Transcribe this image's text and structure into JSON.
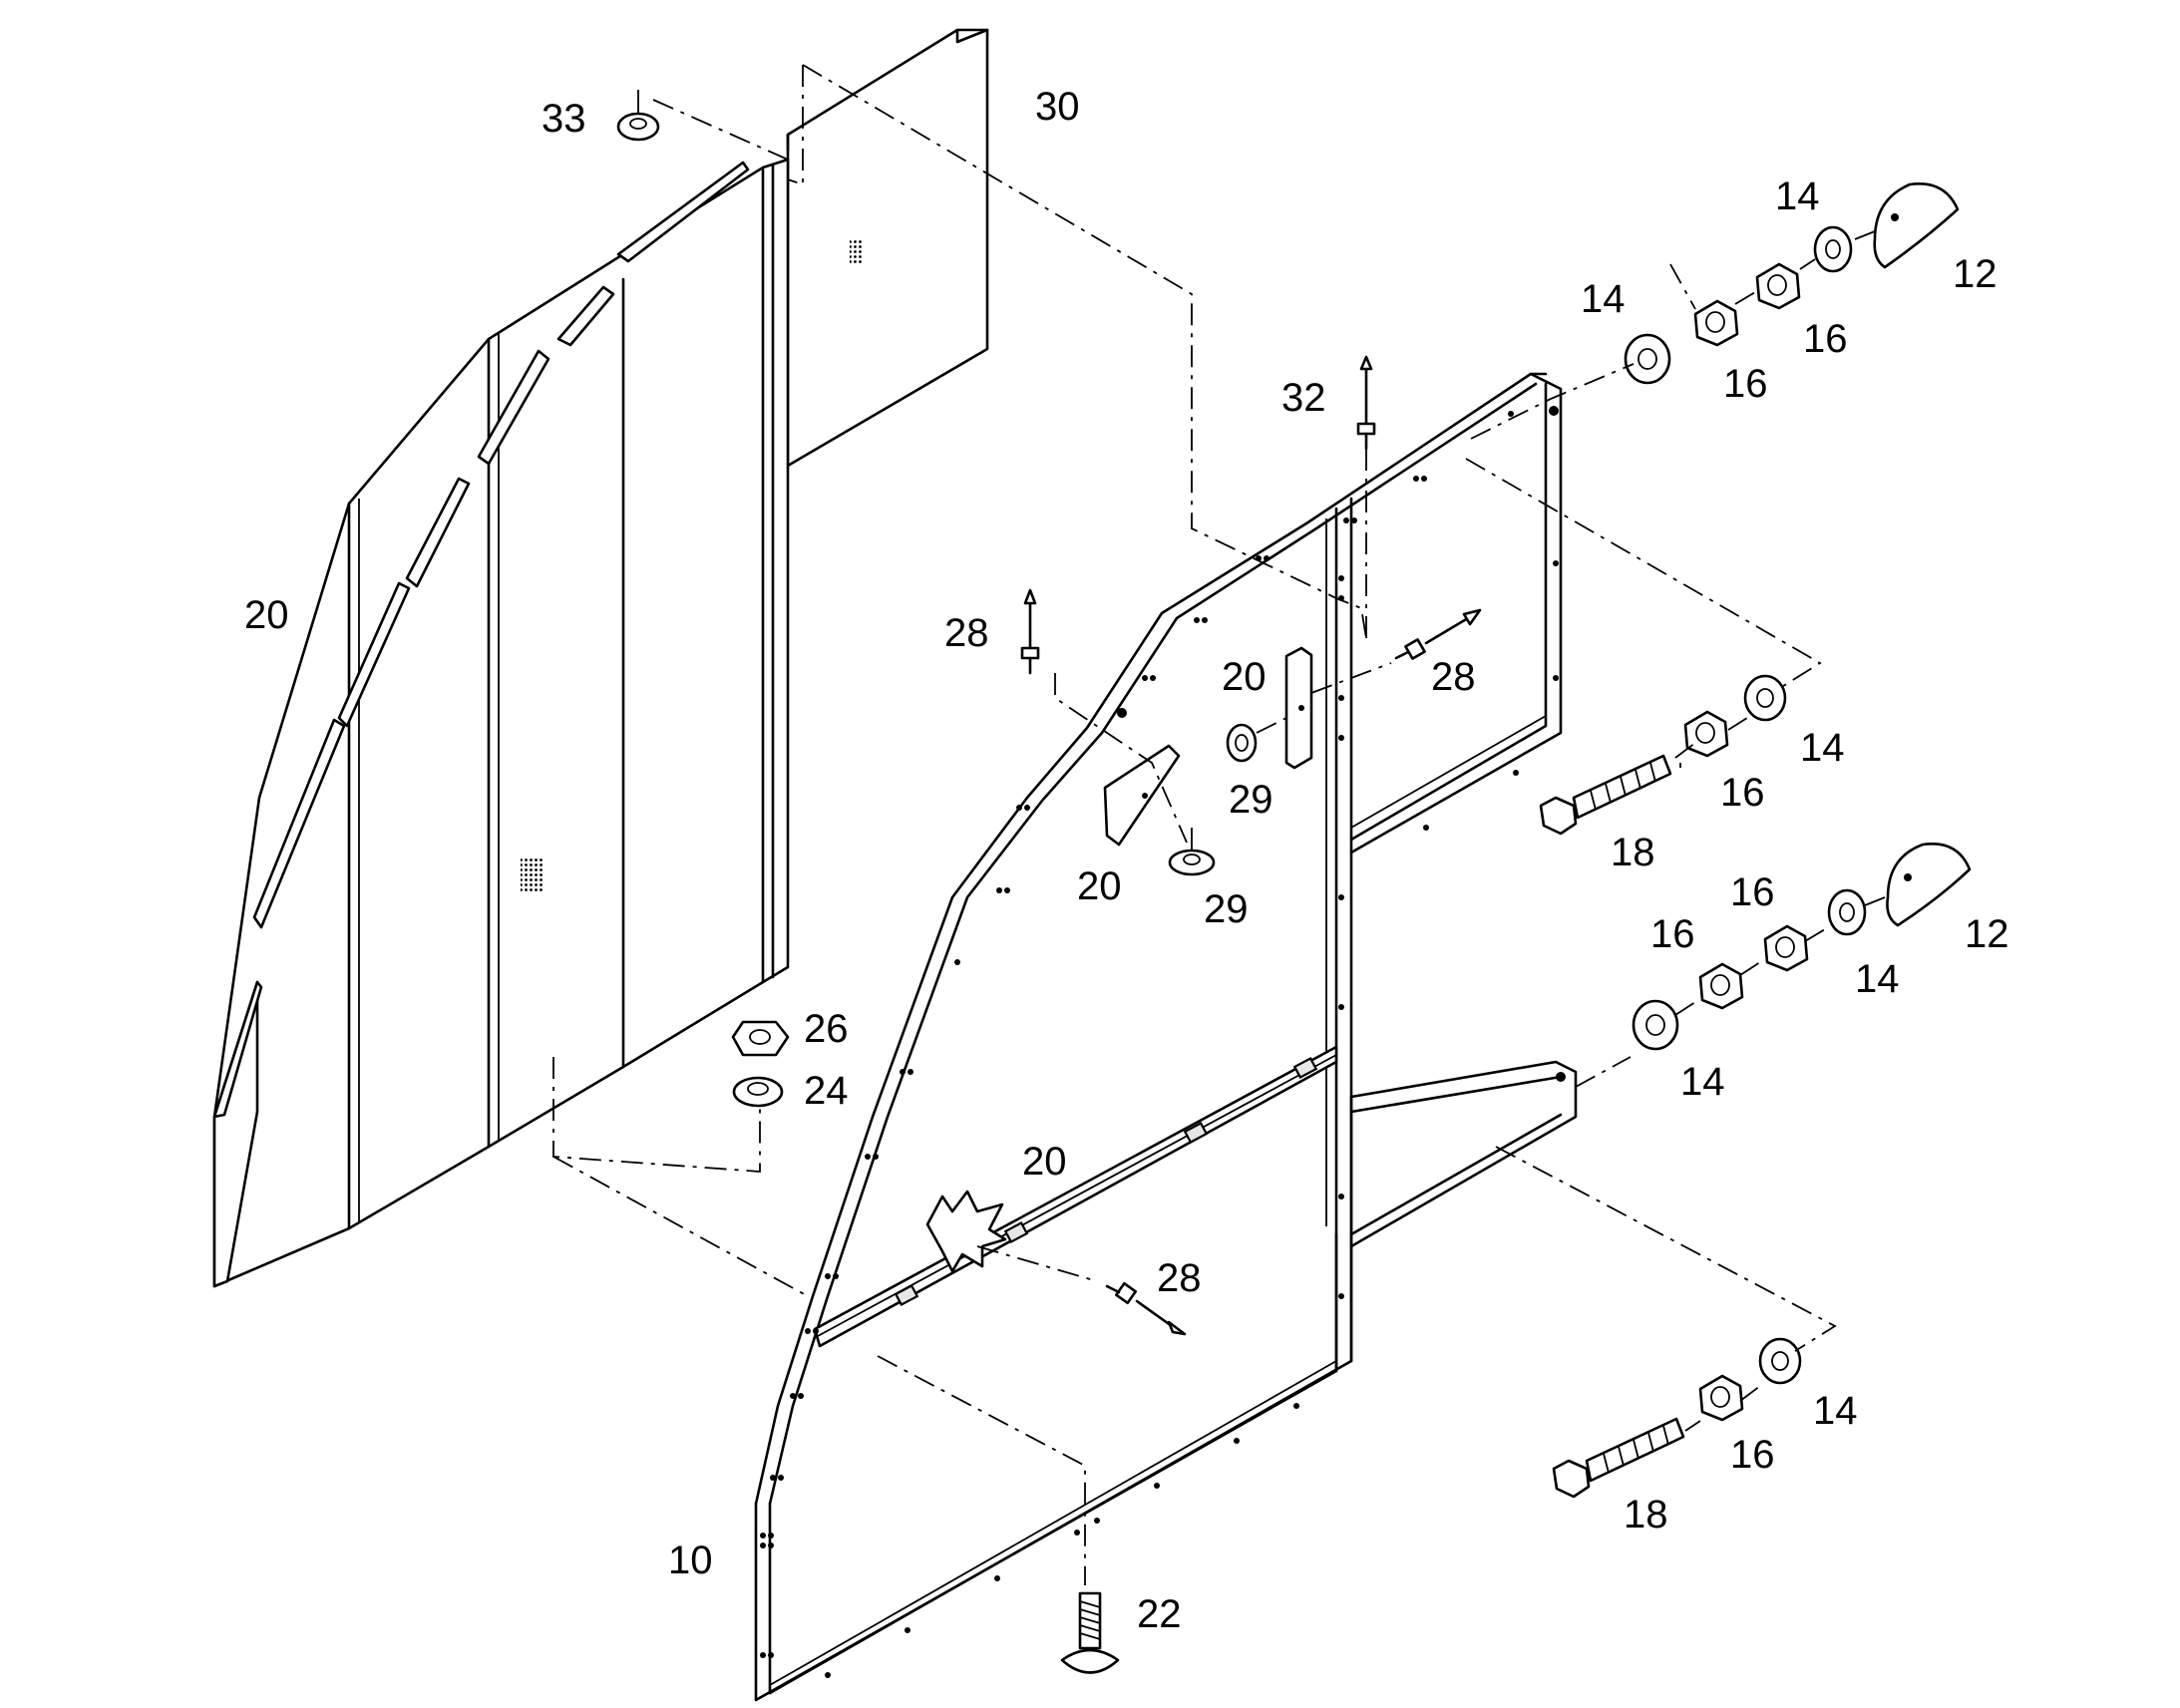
{
  "diagram": {
    "callouts": [
      {
        "id": "c33",
        "text": "33"
      },
      {
        "id": "c30",
        "text": "30"
      },
      {
        "id": "c14a",
        "text": "14"
      },
      {
        "id": "c12a",
        "text": "12"
      },
      {
        "id": "c14b",
        "text": "14"
      },
      {
        "id": "c16a",
        "text": "16"
      },
      {
        "id": "c16b",
        "text": "16"
      },
      {
        "id": "c32",
        "text": "32"
      },
      {
        "id": "c20a",
        "text": "20"
      },
      {
        "id": "c28a",
        "text": "28"
      },
      {
        "id": "c20b",
        "text": "20"
      },
      {
        "id": "c28b",
        "text": "28"
      },
      {
        "id": "c29a",
        "text": "29"
      },
      {
        "id": "c14c",
        "text": "14"
      },
      {
        "id": "c16c",
        "text": "16"
      },
      {
        "id": "c18a",
        "text": "18"
      },
      {
        "id": "c20c",
        "text": "20"
      },
      {
        "id": "c29b",
        "text": "29"
      },
      {
        "id": "c16d",
        "text": "16"
      },
      {
        "id": "c12b",
        "text": "12"
      },
      {
        "id": "c16e",
        "text": "16"
      },
      {
        "id": "c14d",
        "text": "14"
      },
      {
        "id": "c26",
        "text": "26"
      },
      {
        "id": "c24",
        "text": "24"
      },
      {
        "id": "c14e",
        "text": "14"
      },
      {
        "id": "c20d",
        "text": "20"
      },
      {
        "id": "c28c",
        "text": "28"
      },
      {
        "id": "c14f",
        "text": "14"
      },
      {
        "id": "c16f",
        "text": "16"
      },
      {
        "id": "c18b",
        "text": "18"
      },
      {
        "id": "c10",
        "text": "10"
      },
      {
        "id": "c22",
        "text": "22"
      }
    ]
  }
}
